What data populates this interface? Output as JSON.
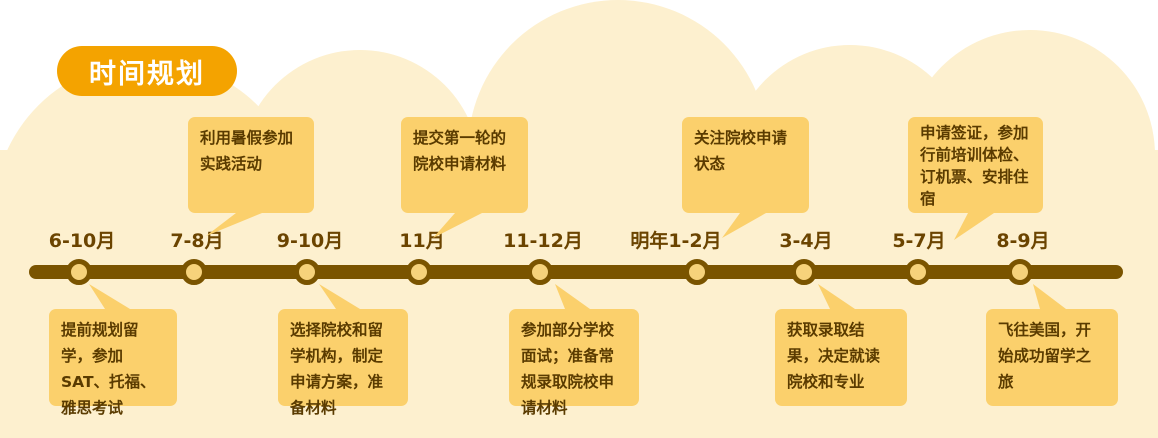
{
  "title": "时间规划",
  "colors": {
    "background_cloud": "#fdf0cf",
    "title_pill": "#f4a300",
    "card": "#fbd06c",
    "timeline": "#7a5400",
    "node_fill": "#f6d27b",
    "period_text": "#6b4400",
    "card_text": "#5a3b00"
  },
  "milestones": [
    {
      "period": "6-10月",
      "text": "提前规划留学，参加SAT、托福、雅思考试",
      "side": "below"
    },
    {
      "period": "7-8月",
      "text": "利用暑假参加实践活动",
      "side": "above"
    },
    {
      "period": "9-10月",
      "text": "选择院校和留学机构，制定申请方案，准备材料",
      "side": "below"
    },
    {
      "period": "11月",
      "text": "提交第一轮的院校申请材料",
      "side": "above"
    },
    {
      "period": "11-12月",
      "text": "参加部分学校面试；准备常规录取院校申请材料",
      "side": "below"
    },
    {
      "period": "明年1-2月",
      "text": "关注院校申请状态",
      "side": "above"
    },
    {
      "period": "3-4月",
      "text": "获取录取结果，决定就读院校和专业",
      "side": "below"
    },
    {
      "period": "5-7月",
      "text": "申请签证，参加行前培训体检、订机票、安排住宿",
      "side": "above"
    },
    {
      "period": "8-9月",
      "text": "飞往美国，开始成功留学之旅",
      "side": "below"
    }
  ]
}
